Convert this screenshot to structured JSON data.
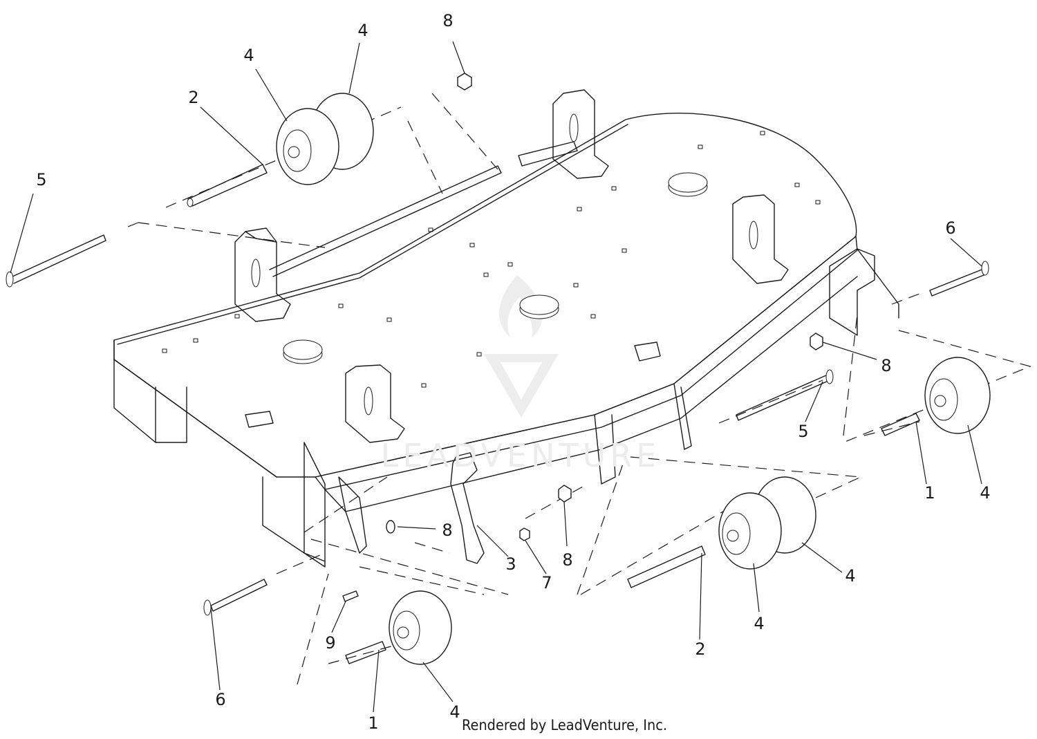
{
  "diagram": {
    "callouts": [
      {
        "id": "c1",
        "text": "8"
      },
      {
        "id": "c2",
        "text": "4"
      },
      {
        "id": "c3",
        "text": "4"
      },
      {
        "id": "c4",
        "text": "2"
      },
      {
        "id": "c5",
        "text": "5"
      },
      {
        "id": "c6",
        "text": "6"
      },
      {
        "id": "c7",
        "text": "8"
      },
      {
        "id": "c8",
        "text": "5"
      },
      {
        "id": "c9",
        "text": "1"
      },
      {
        "id": "c10",
        "text": "4"
      },
      {
        "id": "c11",
        "text": "8"
      },
      {
        "id": "c12",
        "text": "3"
      },
      {
        "id": "c13",
        "text": "8"
      },
      {
        "id": "c14",
        "text": "7"
      },
      {
        "id": "c15",
        "text": "4"
      },
      {
        "id": "c16",
        "text": "4"
      },
      {
        "id": "c17",
        "text": "2"
      },
      {
        "id": "c18",
        "text": "9"
      },
      {
        "id": "c19",
        "text": "6"
      },
      {
        "id": "c20",
        "text": "1"
      },
      {
        "id": "c21",
        "text": "4"
      }
    ],
    "watermark": "LEADVENTURE",
    "footer": "Rendered by LeadVenture, Inc."
  }
}
